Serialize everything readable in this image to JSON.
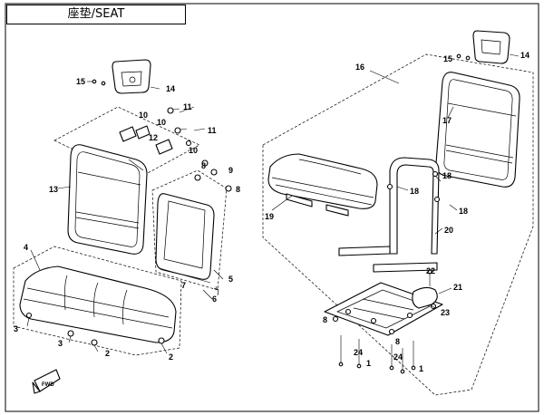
{
  "title": "座垫/SEAT",
  "fwd_label": "FWD",
  "callouts": {
    "c1a": "1",
    "c1b": "1",
    "c2a": "2",
    "c2b": "2",
    "c3a": "3",
    "c3b": "3",
    "c4": "4",
    "c5": "5",
    "c6": "6",
    "c7": "7",
    "c8a": "8",
    "c8b": "8",
    "c8c": "8",
    "c8d": "8",
    "c9": "9",
    "c10a": "10",
    "c10b": "10",
    "c10c": "10",
    "c11a": "11",
    "c11b": "11",
    "c12": "12",
    "c13": "13",
    "c14a": "14",
    "c14b": "14",
    "c15a": "15",
    "c15b": "15",
    "c16": "16",
    "c17": "17",
    "c18a": "18",
    "c18b": "18",
    "c18c": "18",
    "c19": "19",
    "c20": "20",
    "c21": "21",
    "c22": "22",
    "c23": "23",
    "c24a": "24",
    "c24b": "24"
  }
}
